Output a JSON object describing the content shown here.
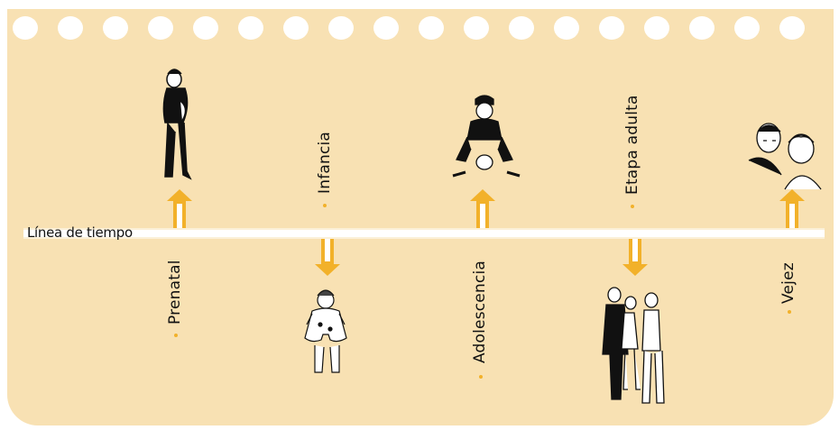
{
  "timeline": {
    "title": "Línea de tiempo"
  },
  "stages": [
    {
      "id": "prenatal",
      "label": "Prenatal",
      "side": "below-label",
      "arrow": "up"
    },
    {
      "id": "infancia",
      "label": "Infancia",
      "side": "above-label",
      "arrow": "down"
    },
    {
      "id": "adolescencia",
      "label": "Adolescencia",
      "side": "below-label",
      "arrow": "up"
    },
    {
      "id": "etapa-adulta",
      "label": "Etapa adulta",
      "side": "above-label",
      "arrow": "down"
    },
    {
      "id": "vejez",
      "label": "Vejez",
      "side": "below-label",
      "arrow": "up"
    }
  ],
  "colors": {
    "background": "#f8e1b3",
    "arrow": "#f2b12a",
    "timeline": "#ffffff",
    "text": "#111111"
  },
  "icons": [
    "pregnant-woman-illustration",
    "child-illustration",
    "teen-skater-illustration",
    "adult-couple-illustration",
    "elderly-couple-illustration"
  ]
}
